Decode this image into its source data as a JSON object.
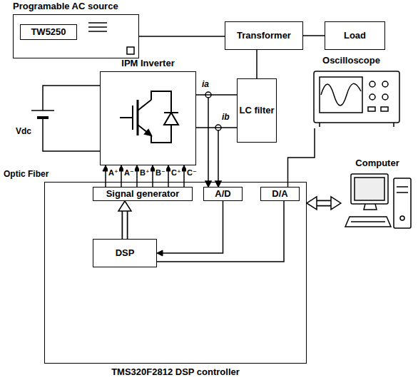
{
  "diagram": {
    "nodes": [
      {
        "text": [
          "Programable AC source"
        ]
      },
      {
        "text": [
          "TW5250"
        ],
        "in": 0
      },
      {
        "text": [
          "Transformer"
        ]
      },
      {
        "text": [
          "Load"
        ]
      },
      {
        "text": [
          "IPM Inverter"
        ]
      },
      {
        "text": [
          "LC filter"
        ]
      },
      {
        "text": [
          "TMS320F2812 DSP controller"
        ]
      },
      {
        "text": [
          "Signal generator"
        ],
        "in": 6
      },
      {
        "text": [
          "A/D"
        ],
        "in": 6
      },
      {
        "text": [
          "D/A"
        ],
        "in": 6
      },
      {
        "text": [
          "DSP"
        ],
        "in": 6
      },
      {
        "text": [
          "Oscilloscope"
        ]
      },
      {
        "text": [
          "Computer"
        ]
      }
    ],
    "edges": [
      {
        "from": 0,
        "to": 2,
        "arrow": "none"
      },
      {
        "from": 2,
        "to": 3,
        "arrow": "none"
      },
      {
        "from": 5,
        "to": 2,
        "arrow": "none"
      },
      {
        "from": 4,
        "to": 5,
        "arrow": "none"
      },
      {
        "from": 4,
        "to": 5,
        "arrow": "none"
      },
      {
        "from": 7,
        "to": 4,
        "label": "A⁺",
        "arrow": "to"
      },
      {
        "from": 7,
        "to": 4,
        "label": "A⁻",
        "arrow": "to"
      },
      {
        "from": 7,
        "to": 4,
        "label": "B⁺",
        "arrow": "to"
      },
      {
        "from": 7,
        "to": 4,
        "label": "B⁻",
        "arrow": "to"
      },
      {
        "from": 7,
        "to": 4,
        "label": "C⁺",
        "arrow": "to"
      },
      {
        "from": 7,
        "to": 4,
        "label": "C⁻",
        "arrow": "to"
      },
      {
        "from": 8,
        "to": 10,
        "arrow": "to"
      },
      {
        "from": 10,
        "to": 9,
        "arrow": "none"
      },
      {
        "from": 10,
        "to": 7,
        "arrow": "to"
      },
      {
        "from": 9,
        "to": 11,
        "arrow": "none"
      },
      {
        "from": 6,
        "to": 12,
        "arrow": "both"
      }
    ],
    "labels": [
      "Vdc",
      "ia",
      "ib",
      "Optic Fiber"
    ]
  }
}
